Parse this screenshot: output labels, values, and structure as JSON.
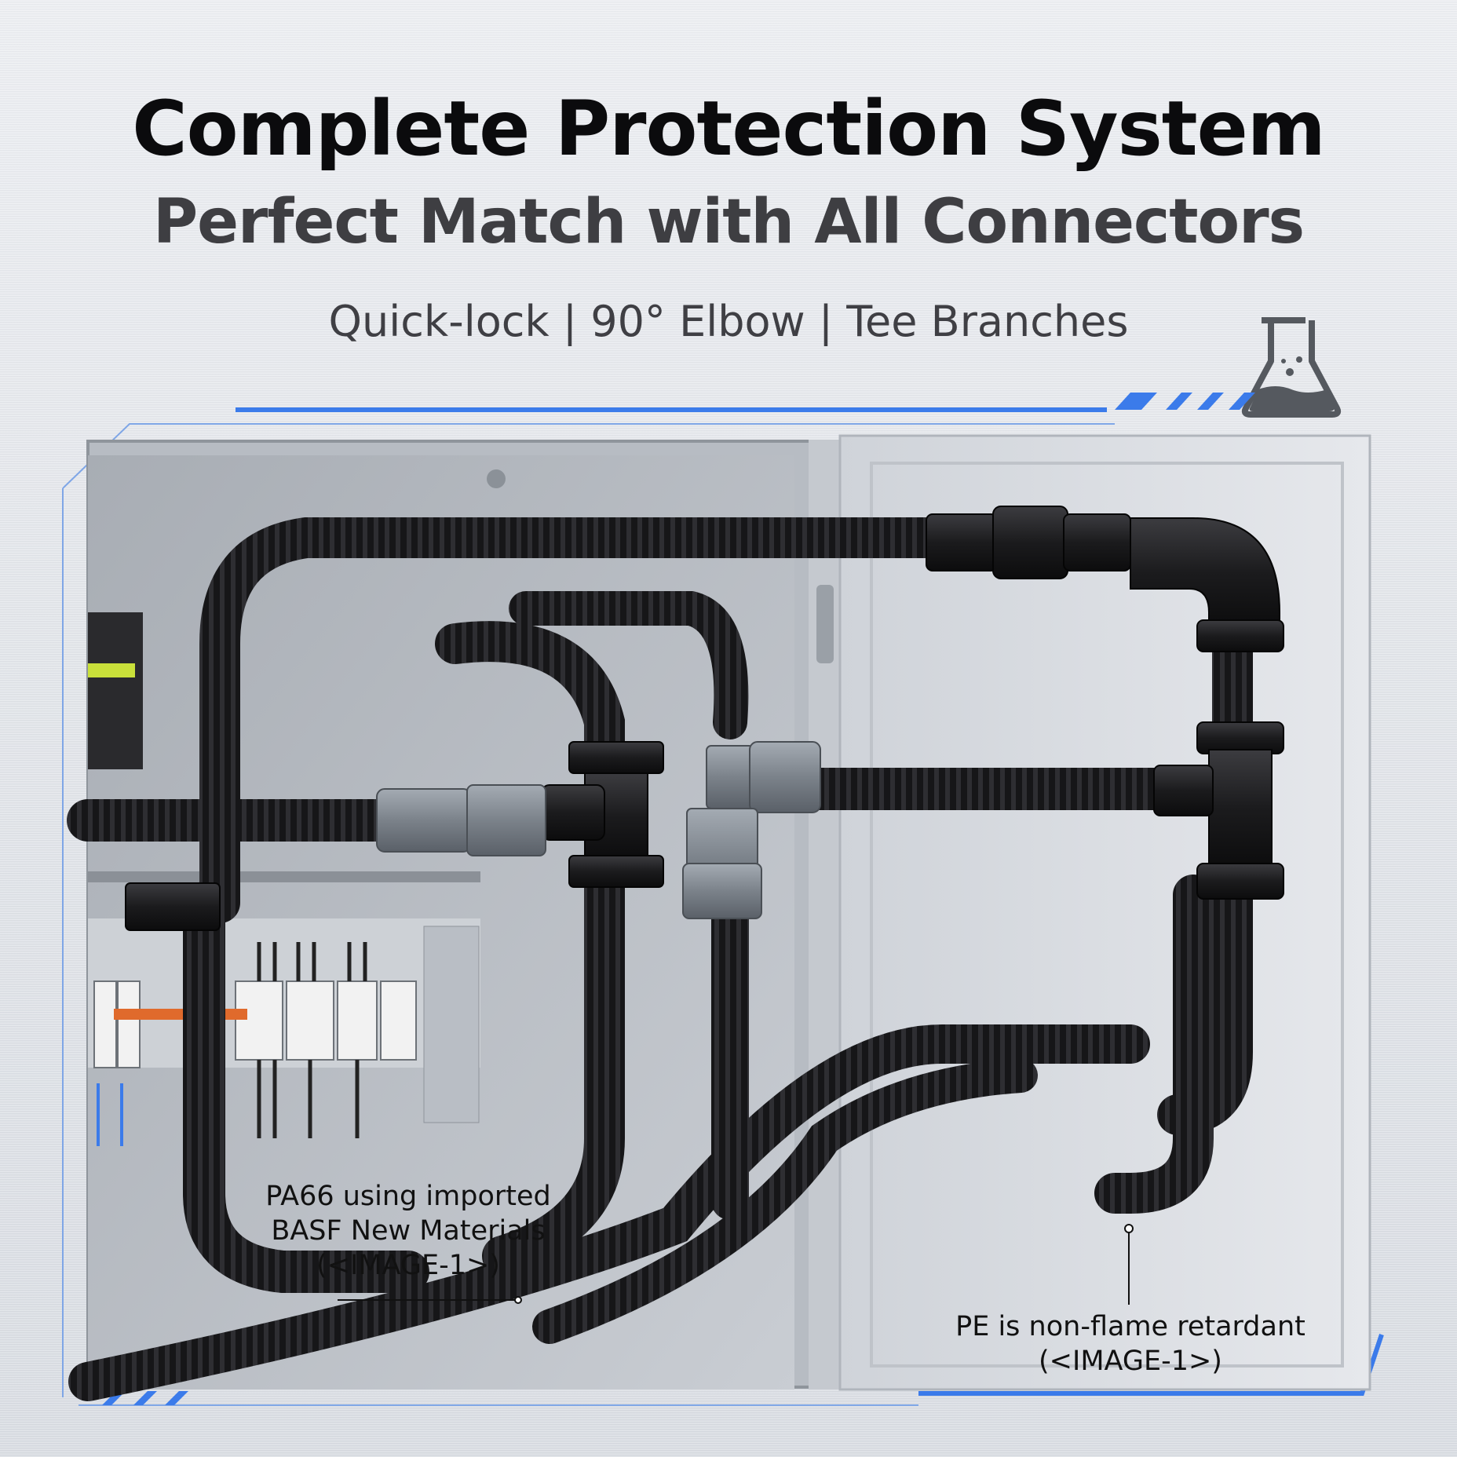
{
  "header": {
    "title": "Complete Protection System",
    "subtitle": "Perfect Match with All Connectors",
    "features": "Quick-lock | 90° Elbow | Tee Branches"
  },
  "callouts": {
    "pa66": {
      "line1": "PA66 using imported",
      "line2": "BASF New Materials",
      "line3": "(<IMAGE-1>)"
    },
    "pe": {
      "line1": "PE is non-flame retardant",
      "line2": "(<IMAGE-1>)"
    }
  },
  "icons": {
    "flask": "flask-icon"
  },
  "colors": {
    "accent_blue": "#3b7bea",
    "conduit_black": "#1a1a1c",
    "connector_grey": "#7d848c",
    "cabinet_grey": "#d9dde2"
  }
}
